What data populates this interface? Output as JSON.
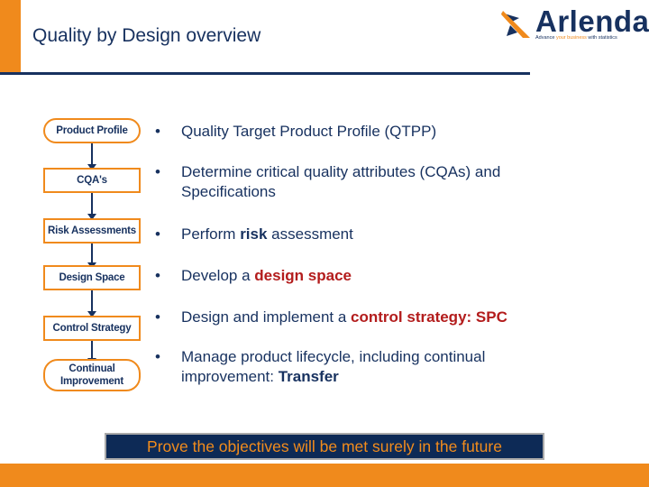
{
  "slide": {
    "title": "Quality by Design overview",
    "callout": "Prove the objectives will be met surely in the future"
  },
  "logo": {
    "name": "Arlenda",
    "tagline_pre": "Advance ",
    "tagline_hl": "your business",
    "tagline_post": " with statistics",
    "colors": {
      "brand_navy": "#17315f",
      "brand_orange": "#f08a1c"
    }
  },
  "flow": {
    "steps": [
      {
        "label": "Product Profile"
      },
      {
        "label": "CQA's"
      },
      {
        "label": "Risk Assessments"
      },
      {
        "label": "Design Space"
      },
      {
        "label": "Control Strategy"
      },
      {
        "label": "Continual\nImprovement"
      }
    ]
  },
  "bullets": [
    {
      "marker": "•",
      "parts": [
        {
          "text": "Quality Target Product Profile (QTPP)"
        }
      ]
    },
    {
      "marker": "•",
      "parts": [
        {
          "text": "Determine critical quality attributes (CQAs) and Specifications"
        }
      ]
    },
    {
      "marker": "•",
      "parts": [
        {
          "text": "Perform "
        },
        {
          "text": "risk",
          "bold": true
        },
        {
          "text": " assessment"
        }
      ]
    },
    {
      "marker": "•",
      "parts": [
        {
          "text": "Develop a "
        },
        {
          "text": "design space",
          "bold": true,
          "red": true
        }
      ]
    },
    {
      "marker": "•",
      "parts": [
        {
          "text": "Design and implement a "
        },
        {
          "text": "control strategy: SPC",
          "bold": true,
          "red": true
        }
      ]
    },
    {
      "marker": "•",
      "parts": [
        {
          "text": "Manage product lifecycle, including continual improvement: "
        },
        {
          "text": "Transfer",
          "bold": true
        }
      ]
    }
  ]
}
